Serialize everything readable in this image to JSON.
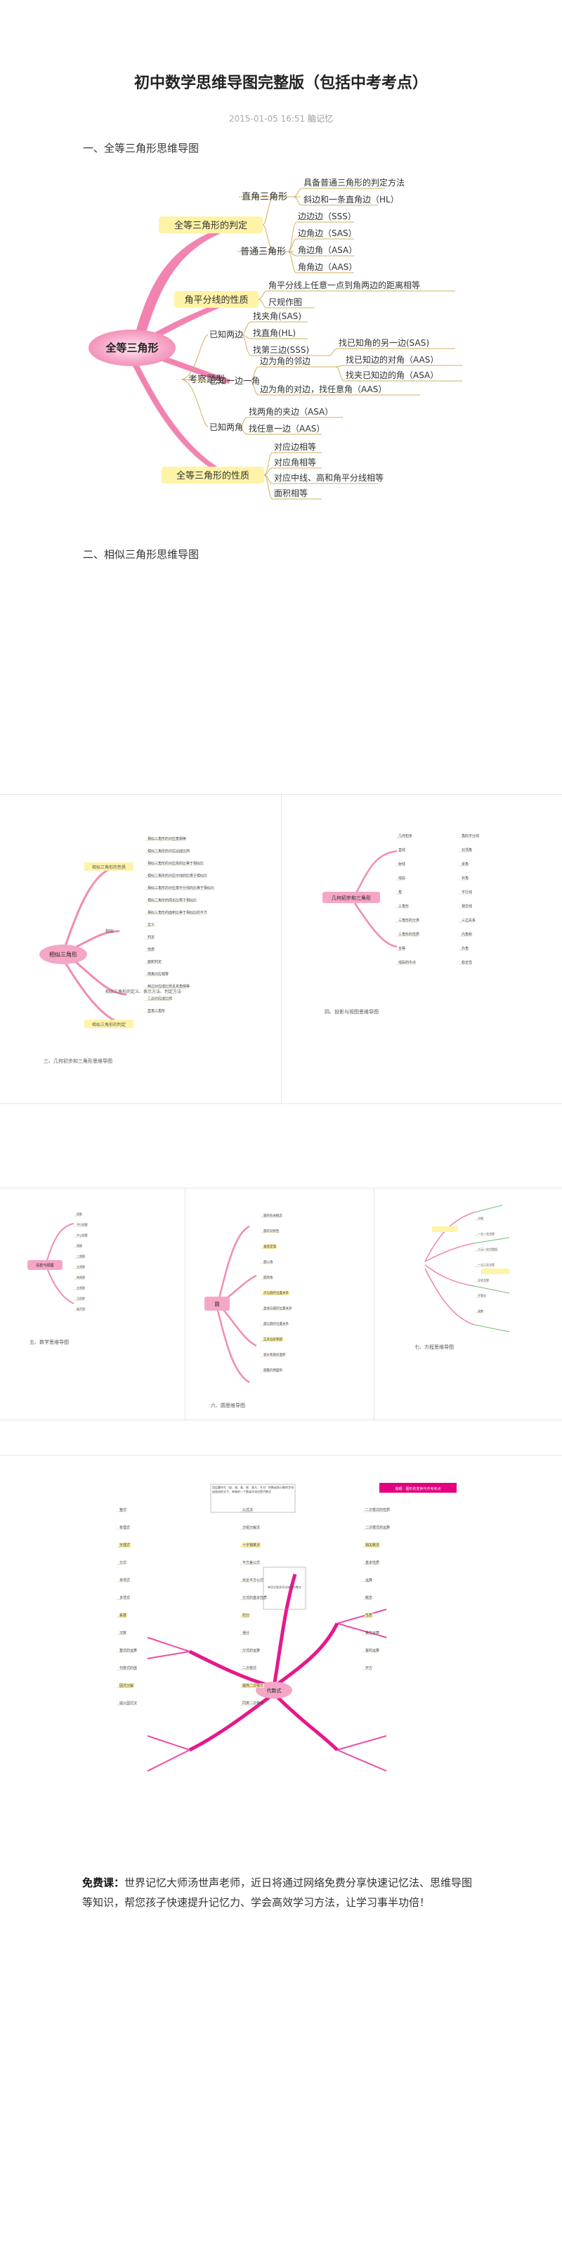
{
  "article": {
    "title": "初中数学思维导图完整版（包括中考考点）",
    "date": "2015-01-05 16:51",
    "category": "脑记忆"
  },
  "section1": {
    "heading": "一、全等三角形思维导图",
    "root": "全等三角形",
    "judge": "全等三角形的判定",
    "right_tri": "直角三角形",
    "right_note1": "具备普通三角形的判定方法",
    "right_note2": "斜边和一条直角边（HL）",
    "normal_tri": "普通三角形",
    "sss": "边边边（SSS）",
    "sas": "边角边（SAS）",
    "asa": "角边角（ASA）",
    "aas": "角角边（AAS）",
    "bisector": "角平分线的性质",
    "bisector_note": "角平分线上任意一点到角两边的距离相等",
    "ruler": "尺规作图",
    "exam": "考察题型",
    "known_two_sides": "已知两边",
    "find_sas": "找夹角(SAS)",
    "find_hl": "找直角(HL)",
    "find_sss": "找第三边(SSS)",
    "known_side_angle": "已知一边一角",
    "adj_angle": "边为角的邻边",
    "adj_a1": "找已知角的另一边(SAS)",
    "adj_a2": "找已知边的对角（AAS）",
    "adj_a3": "找夹已知边的角（ASA）",
    "opp_angle": "边为角的对边，找任意角（AAS）",
    "known_two_angles": "已知两角",
    "tw1": "找两角的夹边（ASA）",
    "tw2": "找任意一边（AAS）",
    "props": "全等三角形的性质",
    "p1": "对应边相等",
    "p2": "对应角相等",
    "p3": "对应中线、高和角平分线相等",
    "p4": "面积相等"
  },
  "section2": {
    "heading": "二、相似三角形思维导图",
    "panel_a": {
      "root": "相似三角形",
      "caption": "三、几何初步和三角形思维导图",
      "n1": "相似三角形的性质",
      "n2": "相似",
      "n3": "相似三角形的定义、表示方法、判定方法",
      "n4": "相似三角形的判定",
      "l": [
        "相似三角形的对应角相等",
        "相似三角形的对应边成比例",
        "相似三角形的对应高的比等于相似比",
        "相似三角形的对应中线的比等于相似比",
        "相似三角形的对应角平分线的比等于相似比",
        "相似三角形的周长比等于相似比",
        "相似三角形的面积比等于相似比的平方",
        "定义",
        "判定",
        "性质",
        "面积判定",
        "两角对应相等",
        "两边对应成比例且夹角相等",
        "三边对应成比例",
        "直角三角形"
      ]
    },
    "panel_b": {
      "root": "几何初步和三角形",
      "caption": "四、投影与视图思维导图",
      "l": [
        "几何初步",
        "直线",
        "射线",
        "线段",
        "角",
        "三角形",
        "三角形的分类",
        "三角形的性质",
        "全等",
        "线段的中点",
        "角的平分线",
        "对顶角",
        "余角",
        "补角",
        "平行线",
        "相交线",
        "三边关系",
        "内角和",
        "外角",
        "稳定性"
      ]
    },
    "panel_c": {
      "root": "投影与视图",
      "caption": "五、数学思维导图",
      "l": [
        "投影",
        "平行投影",
        "中心投影",
        "视图",
        "三视图",
        "主视图",
        "俯视图",
        "左视图",
        "正投影",
        "展开图"
      ]
    },
    "panel_d": {
      "root": "圆",
      "caption": "六、圆思维导图",
      "l": [
        "圆的有关概念",
        "圆的对称性",
        "垂径定理",
        "圆心角",
        "圆周角",
        "点与圆的位置关系",
        "直线与圆的位置关系",
        "圆与圆的位置关系",
        "正多边形和圆",
        "弧长和扇形面积",
        "圆锥的侧面积"
      ]
    },
    "panel_e": {
      "caption": "七、方程思维导图",
      "l": [
        "方程",
        "一元一次方程",
        "二元一次方程组",
        "一元二次方程",
        "分式方程",
        "不等式",
        "函数"
      ]
    },
    "panel_f": {
      "root": "代数式",
      "side": "单项式和多项式统称为整式",
      "tag": "题眼：图形的变换与中考考点",
      "note": "用运算符号（加、减、乘、除、乘方、开方）把数或表示数的字母连接成的式子，单独的一个数或字母也是代数式",
      "l": [
        "整式",
        "有理式",
        "无理式",
        "分式",
        "单项式",
        "多项式",
        "系数",
        "次数",
        "整式的运算",
        "代数式的值",
        "因式分解",
        "提公因式法",
        "公式法",
        "分组分解法",
        "十字相乘法",
        "平方差公式",
        "完全平方公式",
        "分式的基本性质",
        "约分",
        "通分",
        "分式的运算",
        "二次根式",
        "最简二次根式",
        "同类二次根式",
        "二次根式的性质",
        "二次根式的运算",
        "相关概念",
        "基本性质",
        "运算",
        "概念",
        "性质",
        "乘方运算",
        "幂的运算",
        "开方"
      ]
    }
  },
  "footer": {
    "label": "免费课：",
    "text": "世界记忆大师汤世声老师，近日将通过网络免费分享快速记忆法、思维导图等知识，帮您孩子快速提升记忆力、学会高效学习方法，让学习事半功倍！"
  }
}
